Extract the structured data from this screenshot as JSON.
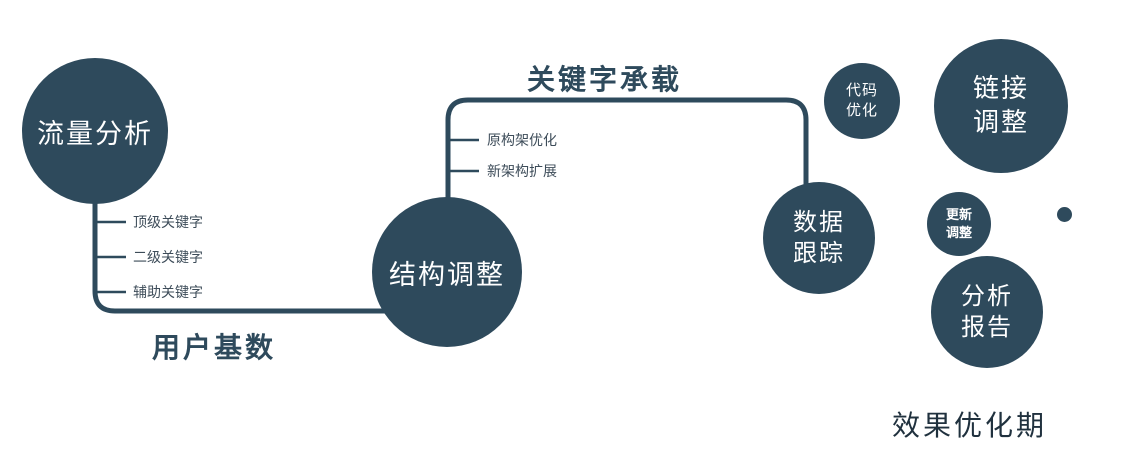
{
  "colors": {
    "primary": "#2e4a5c",
    "tick_label": "#3d4c59",
    "stage_text": "#20313e",
    "node_text": "#ffffff"
  },
  "nodes": {
    "traffic_analysis": {
      "label": "流量分析"
    },
    "structure_adjust": {
      "label": "结构调整"
    },
    "data_tracking": {
      "lines": [
        "数据",
        "跟踪"
      ]
    },
    "code_optimize": {
      "lines": [
        "代码",
        "优化"
      ]
    },
    "link_adjust": {
      "lines": [
        "链接",
        "调整"
      ]
    },
    "update_adjust": {
      "lines": [
        "更新",
        "调整"
      ]
    },
    "analysis_report": {
      "lines": [
        "分析",
        "报告"
      ]
    }
  },
  "edge_labels": {
    "user_base": "用户基数",
    "keyword_carrier": "关键字承载"
  },
  "tick_labels": {
    "traffic": [
      "顶级关键字",
      "二级关键字",
      "辅助关键字"
    ],
    "structure": [
      "原构架优化",
      "新架构扩展"
    ]
  },
  "stage_label": "效果优化期"
}
